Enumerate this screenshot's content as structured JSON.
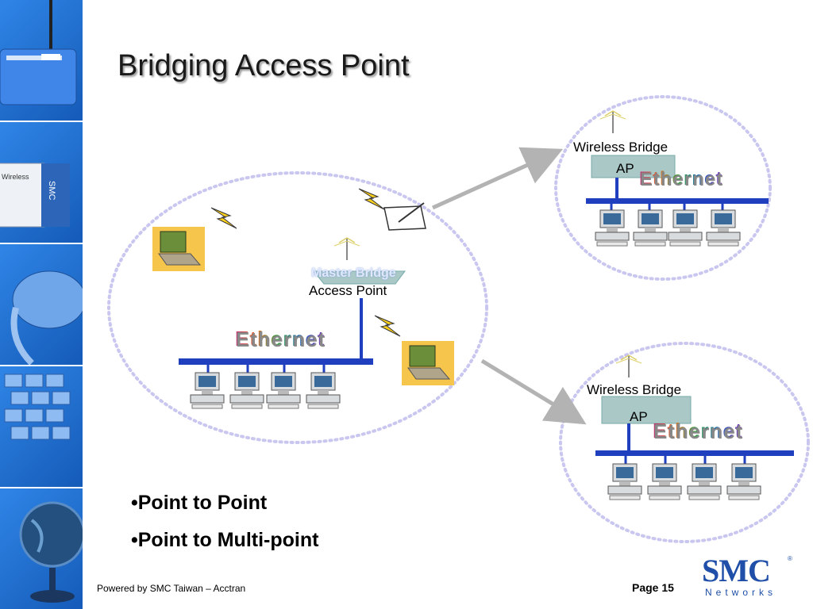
{
  "slide": {
    "title": "Bridging Access Point",
    "bullets": [
      "•Point to Point",
      "•Point to Multi-point"
    ],
    "footer_left": "Powered by SMC Taiwan – Acctran",
    "page_label": "Page 15"
  },
  "diagram": {
    "master": {
      "label_faded": "Master Bridge",
      "label": "Access Point",
      "lan_label": "Ethernet"
    },
    "bridge_top": {
      "label": "Wireless Bridge",
      "sublabel": "AP",
      "lan_label": "Ethernet"
    },
    "bridge_bottom": {
      "label": "Wireless Bridge",
      "sublabel": "AP",
      "lan_label": "Ethernet"
    }
  },
  "logo": {
    "brand": "SMC",
    "sub": "Networks",
    "reg": "®"
  },
  "colors": {
    "accent_blue": "#1f3fbf",
    "arrow_gray": "#b3b3b3",
    "dotted_lavender": "#c9c7f0",
    "logo_blue": "#1f4fa8"
  },
  "icons": [
    "router-icon",
    "pcmcia-card-icon",
    "mouse-icon",
    "keyboard-icon",
    "globe-icon",
    "laptop-icon",
    "pda-icon",
    "lightning-icon",
    "workstation-icon",
    "antenna-icon"
  ]
}
